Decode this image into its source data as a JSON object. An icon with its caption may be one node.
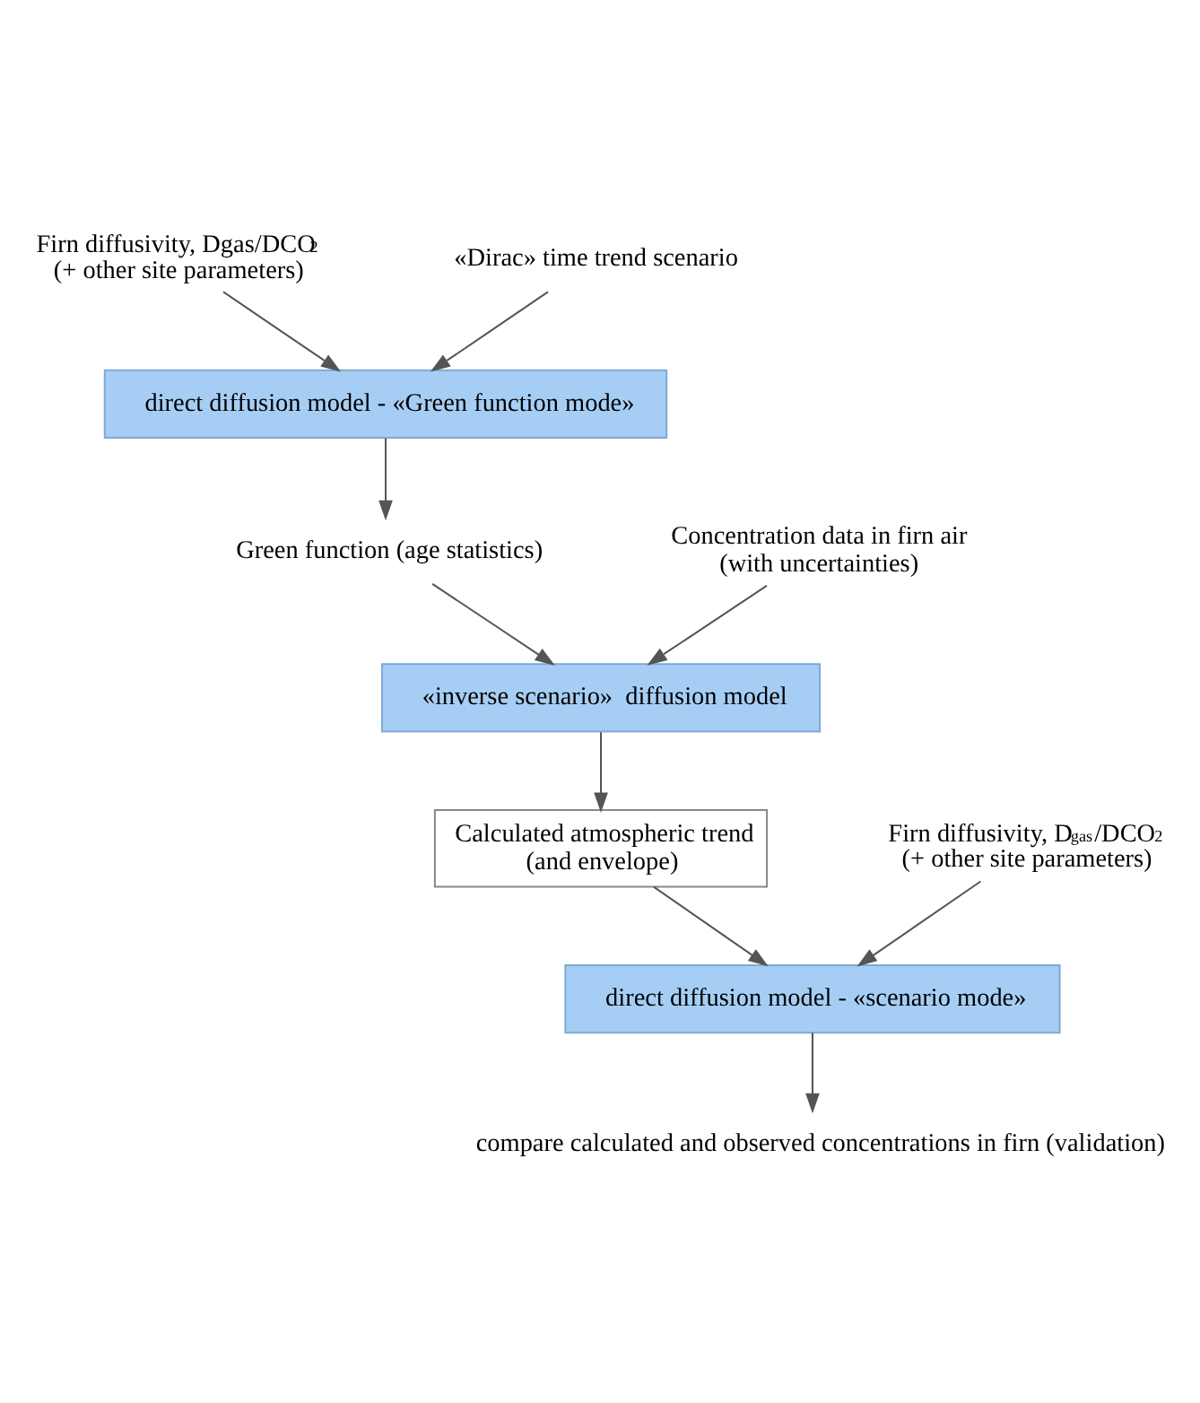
{
  "diagram": {
    "nodes": [
      {
        "text": [
          "Firn diffusivity, Dgas/DCO$_{2}$",
          "(+ other site parameters)"
        ]
      },
      {
        "text": [
          "«Dirac» time trend scenario"
        ]
      },
      {
        "text": [
          "direct diffusion model - «Green function mode»"
        ]
      },
      {
        "text": [
          "Green function (age statistics)"
        ]
      },
      {
        "text": [
          "Concentration data in firn air",
          "(with uncertainties)"
        ]
      },
      {
        "text": [
          "«inverse scenario»  diffusion model"
        ]
      },
      {
        "text": [
          "Calculated atmospheric trend",
          "(and envelope)"
        ]
      },
      {
        "text": [
          "Firn diffusivity, D$_{gas}$/DCO$_{2}$",
          "(+ other site parameters)"
        ]
      },
      {
        "text": [
          "direct diffusion model - «scenario mode»"
        ]
      },
      {
        "text": [
          "compare calculated and observed concentrations in firn (validation)"
        ]
      }
    ],
    "edges": [
      {
        "from": 0,
        "to": 2,
        "arrow": "to"
      },
      {
        "from": 1,
        "to": 2,
        "arrow": "to"
      },
      {
        "from": 2,
        "to": 3,
        "arrow": "to"
      },
      {
        "from": 3,
        "to": 5,
        "arrow": "to"
      },
      {
        "from": 4,
        "to": 5,
        "arrow": "to"
      },
      {
        "from": 5,
        "to": 6,
        "arrow": "to"
      },
      {
        "from": 6,
        "to": 8,
        "arrow": "to"
      },
      {
        "from": 7,
        "to": 8,
        "arrow": "to"
      },
      {
        "from": 8,
        "to": 9,
        "arrow": "to"
      }
    ]
  }
}
